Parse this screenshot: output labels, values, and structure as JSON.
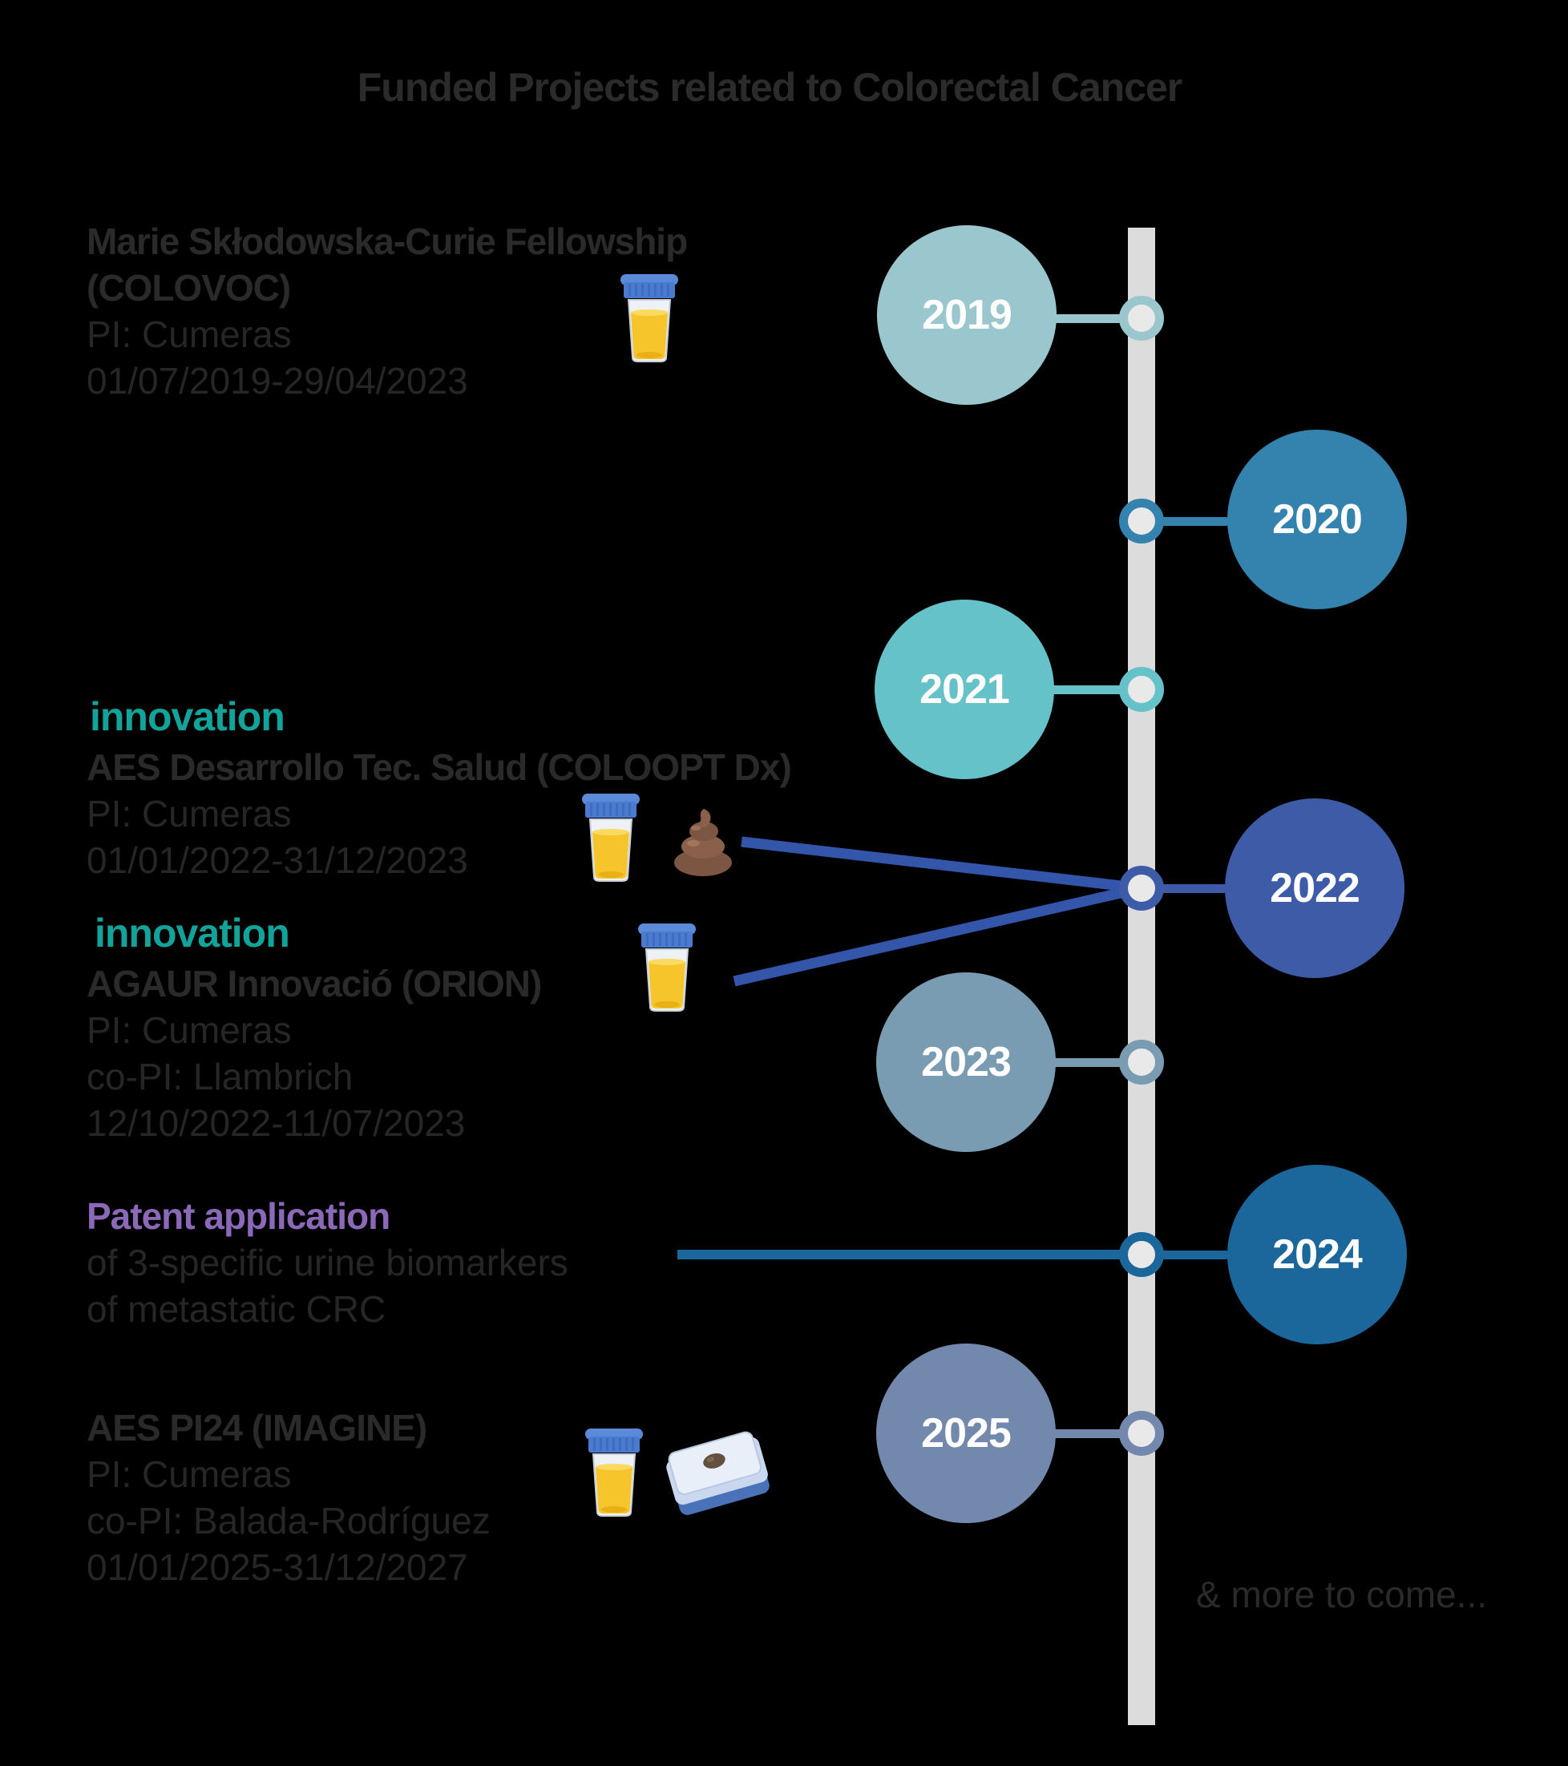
{
  "title": "Funded Projects related to Colorectal Cancer",
  "footer": {
    "more": "& more to come..."
  },
  "colors": {
    "background": "#000000",
    "title_text": "#2b2b2b",
    "body_text": "#262626",
    "timeline_bar": "#dcdcdc",
    "node_inner": "#e9e9e9",
    "innovation_tag": "#12a39b",
    "patent_heading": "#8c68b8",
    "project_connector_blue": "#3355aa",
    "patent_connector_blue": "#1b679b",
    "year_2019": "#9ac7ce",
    "year_2020": "#3482ae",
    "year_2021": "#64c2c8",
    "year_2022": "#3d5ba6",
    "year_2023": "#7a9cb2",
    "year_2024": "#1b679b",
    "year_2025": "#7288ac"
  },
  "timeline": {
    "years": [
      {
        "label": "2019",
        "color": "#9ac7ce",
        "side": "left"
      },
      {
        "label": "2020",
        "color": "#3482ae",
        "side": "right"
      },
      {
        "label": "2021",
        "color": "#64c2c8",
        "side": "left"
      },
      {
        "label": "2022",
        "color": "#3d5ba6",
        "side": "right"
      },
      {
        "label": "2023",
        "color": "#7a9cb2",
        "side": "left"
      },
      {
        "label": "2024",
        "color": "#1b679b",
        "side": "right"
      },
      {
        "label": "2025",
        "color": "#7288ac",
        "side": "left"
      }
    ]
  },
  "projects": {
    "colovoc": {
      "title_line1": "Marie Skłodowska-Curie Fellowship",
      "title_line2": "(COLOVOC)",
      "pi": "PI: Cumeras",
      "dates": "01/07/2019-29/04/2023",
      "icons": [
        "urine-cup"
      ]
    },
    "coloopt": {
      "tag": "innovation",
      "title": "AES Desarrollo Tec. Salud (COLOOPT Dx)",
      "pi": "PI: Cumeras",
      "dates": "01/01/2022-31/12/2023",
      "icons": [
        "urine-cup",
        "stool-sample"
      ]
    },
    "orion": {
      "tag": "innovation",
      "title": "AGAUR Innovació (ORION)",
      "pi": "PI: Cumeras",
      "co_pi": "co-PI: Llambrich",
      "dates": "12/10/2022-11/07/2023",
      "icons": [
        "urine-cup"
      ]
    },
    "patent": {
      "heading": "Patent application",
      "line2": "of 3-specific urine biomarkers",
      "line3": "of metastatic CRC"
    },
    "imagine": {
      "title": "AES PI24 (IMAGINE)",
      "pi": "PI: Cumeras",
      "co_pi": "co-PI: Balada-Rodríguez",
      "dates": "01/01/2025-31/12/2027",
      "icons": [
        "urine-cup",
        "fit-test-device"
      ]
    }
  }
}
